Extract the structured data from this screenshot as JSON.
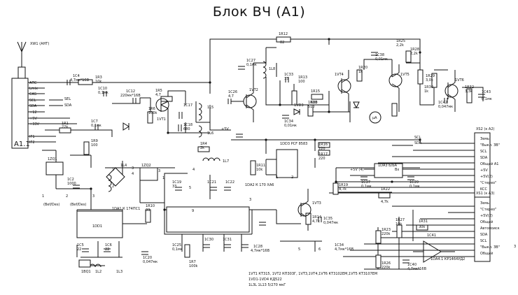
{
  "title": "Блок ВЧ (А1)",
  "tuner": {
    "label": "А1.1",
    "antenna": "XW1 (АНТ)",
    "pins": [
      "АПС",
      "Lmix",
      "CAS",
      "SCL",
      "SDA",
      "+12",
      "+5V",
      "+33V",
      "IF1",
      "IF2"
    ]
  },
  "labels": [
    {
      "id": "c4",
      "text": "1C4"
    },
    {
      "id": "c4v",
      "text": "4,7мк*16В"
    },
    {
      "id": "r3",
      "text": "1R3"
    },
    {
      "id": "r3v",
      "text": "10k"
    },
    {
      "id": "r1",
      "text": "1R1"
    },
    {
      "id": "r1v",
      "text": "22k"
    },
    {
      "id": "c7",
      "text": "1C7"
    },
    {
      "id": "c7v",
      "text": "0,1мк"
    },
    {
      "id": "c10",
      "text": "1C10"
    },
    {
      "id": "c10v",
      "text": "0,1мк"
    },
    {
      "id": "c12",
      "text": "1C12"
    },
    {
      "id": "c12v",
      "text": "220мк*16В"
    },
    {
      "id": "r5",
      "text": "1R5"
    },
    {
      "id": "r5v",
      "text": "4,7"
    },
    {
      "id": "r6",
      "text": "1R6"
    },
    {
      "id": "r6v",
      "text": "100k"
    },
    {
      "id": "vt1",
      "text": "1VT1"
    },
    {
      "id": "l5",
      "text": "1L5"
    },
    {
      "id": "l6",
      "text": "1L6"
    },
    {
      "id": "c17",
      "text": "1C17"
    },
    {
      "id": "c18",
      "text": "1C18"
    },
    {
      "id": "c18v",
      "text": "680"
    },
    {
      "id": "c26",
      "text": "1C26"
    },
    {
      "id": "c26v",
      "text": "4,7"
    },
    {
      "id": "vt2",
      "text": "1VT2"
    },
    {
      "id": "c27",
      "text": "1C27"
    },
    {
      "id": "c27v",
      "text": "0,1мк"
    },
    {
      "id": "r12",
      "text": "1R12"
    },
    {
      "id": "r12v",
      "text": "82"
    },
    {
      "id": "l8",
      "text": "1L8"
    },
    {
      "id": "c33",
      "text": "1C33"
    },
    {
      "id": "c33v",
      "text": "15"
    },
    {
      "id": "r13",
      "text": "1R13"
    },
    {
      "id": "r13v",
      "text": "100"
    },
    {
      "id": "c34",
      "text": "1C34"
    },
    {
      "id": "c34v",
      "text": "0,01мк"
    },
    {
      "id": "r15",
      "text": "1R15"
    },
    {
      "id": "r15v",
      "text": "680"
    },
    {
      "id": "vd3",
      "text": "1VD3"
    },
    {
      "id": "r18",
      "text": "1R18"
    },
    {
      "id": "r18v",
      "text": "510"
    },
    {
      "id": "vt4",
      "text": "1VT4"
    },
    {
      "id": "vt5",
      "text": "1VT5"
    },
    {
      "id": "vt6",
      "text": "1VT6"
    },
    {
      "id": "r20",
      "text": "1R20"
    },
    {
      "id": "r20v",
      "text": "1k"
    },
    {
      "id": "r25",
      "text": "1R25"
    },
    {
      "id": "r25v",
      "text": "2,2k"
    },
    {
      "id": "r28",
      "text": "1R28"
    },
    {
      "id": "r28v",
      "text": "2,2k"
    },
    {
      "id": "r29",
      "text": "1R29"
    },
    {
      "id": "r29v",
      "text": "3,0k"
    },
    {
      "id": "r30",
      "text": "1R30"
    },
    {
      "id": "r30v",
      "text": "1k"
    },
    {
      "id": "c42",
      "text": "1C42"
    },
    {
      "id": "c42v",
      "text": "0,047мк"
    },
    {
      "id": "r32",
      "text": "1R32"
    },
    {
      "id": "r32v",
      "text": "3,3k"
    },
    {
      "id": "c43",
      "text": "1C43"
    },
    {
      "id": "c43v",
      "text": "0,1мк"
    },
    {
      "id": "c38",
      "text": "1C38"
    },
    {
      "id": "c38v",
      "text": "0,01мк"
    },
    {
      "id": "pa1",
      "text": "µA"
    },
    {
      "id": "r16",
      "text": "1R16"
    },
    {
      "id": "r16v",
      "text": "220"
    },
    {
      "id": "r17",
      "text": "1R17"
    },
    {
      "id": "r17v",
      "text": "220"
    },
    {
      "id": "r11",
      "text": "1R11"
    },
    {
      "id": "r11v",
      "text": "10k"
    },
    {
      "id": "dd3",
      "text": "1DD3 PCF 8583"
    },
    {
      "id": "da2",
      "text": "1DA2 К 170 ХА6"
    },
    {
      "id": "vt3",
      "text": "1VT3"
    },
    {
      "id": "r14",
      "text": "1R14"
    },
    {
      "id": "r14v",
      "text": "4,7k"
    },
    {
      "id": "c35",
      "text": "1C35"
    },
    {
      "id": "c35v",
      "text": "0,047мк"
    },
    {
      "id": "r19",
      "text": "1R19"
    },
    {
      "id": "r19v",
      "text": "4,7k"
    },
    {
      "id": "r22",
      "text": "1R22"
    },
    {
      "id": "r22v",
      "text": "4,7k"
    },
    {
      "id": "da3",
      "text": "1DA3 Б/БА"
    },
    {
      "id": "c37",
      "text": "1C37"
    },
    {
      "id": "c37v",
      "text": "0,1мк"
    },
    {
      "id": "c39",
      "text": "1C39"
    },
    {
      "id": "c39v",
      "text": "0,1мк"
    },
    {
      "id": "plus5",
      "text": "+5V (4)"
    },
    {
      "id": "vx",
      "text": "Вх"
    },
    {
      "id": "zq1",
      "text": "1ZQ1"
    },
    {
      "id": "c2",
      "text": "1C2"
    },
    {
      "id": "c2v",
      "text": "1000"
    },
    {
      "id": "r9",
      "text": "1R9"
    },
    {
      "id": "r9v",
      "text": "100"
    },
    {
      "id": "zq2",
      "text": "1ZQ2"
    },
    {
      "id": "l4",
      "text": "1L4"
    },
    {
      "id": "da1",
      "text": "1DA1 К 174ПС1"
    },
    {
      "id": "r4",
      "text": "1R4"
    },
    {
      "id": "r4v",
      "text": "2k"
    },
    {
      "id": "l7",
      "text": "1L7"
    },
    {
      "id": "c19",
      "text": "1C19"
    },
    {
      "id": "c19v",
      "text": "33"
    },
    {
      "id": "c21",
      "text": "1C21"
    },
    {
      "id": "c22",
      "text": "1C22"
    },
    {
      "id": "r10",
      "text": "1R10"
    },
    {
      "id": "r10v",
      "text": "33"
    },
    {
      "id": "c20",
      "text": "1C20"
    },
    {
      "id": "c20v",
      "text": "0,047мк"
    },
    {
      "id": "c25",
      "text": "1C25"
    },
    {
      "id": "c25v",
      "text": "0,1мк"
    },
    {
      "id": "r7",
      "text": "1R7"
    },
    {
      "id": "r7v",
      "text": "100k"
    },
    {
      "id": "c28",
      "text": "1C28"
    },
    {
      "id": "c28v",
      "text": "4,7мк*16В"
    },
    {
      "id": "c30",
      "text": "1C30"
    },
    {
      "id": "c31",
      "text": "1C31"
    },
    {
      "id": "dd1",
      "text": "1DD1"
    },
    {
      "id": "c5",
      "text": "1C5"
    },
    {
      "id": "c5v",
      "text": "22"
    },
    {
      "id": "c6",
      "text": "1C6"
    },
    {
      "id": "c6v",
      "text": "22"
    },
    {
      "id": "bq1",
      "text": "1BQ1"
    },
    {
      "id": "l2",
      "text": "1L2"
    },
    {
      "id": "l3",
      "text": "1L3"
    },
    {
      "id": "r23",
      "text": "1R23"
    },
    {
      "id": "r23v",
      "text": "220k"
    },
    {
      "id": "r27",
      "text": "1R27"
    },
    {
      "id": "r27v",
      "text": "10k"
    },
    {
      "id": "r26",
      "text": "1R26"
    },
    {
      "id": "r26v",
      "text": "220k"
    },
    {
      "id": "c40",
      "text": "1C40"
    },
    {
      "id": "c40v",
      "text": "4,7мк*16В"
    },
    {
      "id": "r31",
      "text": "1R31"
    },
    {
      "id": "r31v",
      "text": "30k"
    },
    {
      "id": "c41",
      "text": "1C41"
    },
    {
      "id": "da4",
      "text": "1DA4.1 КР1464УД2"
    },
    {
      "id": "c34b",
      "text": "1C34"
    },
    {
      "id": "c34bv",
      "text": "4,7мк*16В"
    },
    {
      "id": "sel",
      "text": "SEL"
    },
    {
      "id": "sda1",
      "text": "SDA"
    },
    {
      "id": "scl2",
      "text": "SCL"
    },
    {
      "id": "sda2",
      "text": "SDA"
    },
    {
      "id": "plus5b",
      "text": "+5V"
    },
    {
      "id": "bcg1",
      "text": "(Bef/Des)"
    },
    {
      "id": "bcg2",
      "text": "(Bef/Des)"
    },
    {
      "id": "n5",
      "text": "5"
    },
    {
      "id": "n6",
      "text": "6"
    },
    {
      "id": "n4",
      "text": "4"
    },
    {
      "id": "n3",
      "text": "3"
    },
    {
      "id": "n1",
      "text": "1"
    },
    {
      "id": "n2",
      "text": "2"
    },
    {
      "id": "n3b",
      "text": "3"
    },
    {
      "id": "n1b",
      "text": "1"
    },
    {
      "id": "n9",
      "text": "9"
    },
    {
      "id": "n4b",
      "text": "4"
    },
    {
      "id": "n5b",
      "text": "5"
    },
    {
      "id": "n3c",
      "text": "3"
    },
    {
      "id": "n1c",
      "text": "1"
    },
    {
      "id": "n2c",
      "text": "2"
    },
    {
      "id": "nr1",
      "text": "3"
    },
    {
      "id": "j1",
      "text": "1"
    },
    {
      "id": "j2",
      "text": "2"
    },
    {
      "id": "j3",
      "text": "3"
    }
  ],
  "footnotes": [
    "1VT1 КТ315, 1VT2 КП303Г, 1VT3,1VT4,1VT6 КТ3102ЕМ,1VT5 КТ3107ЕМ",
    "1VD1-1VD4 КД522",
    "1L3L 1L13 5/270 мкГ"
  ],
  "connectors": [
    {
      "title": "XS2 (к А2)",
      "pins": [
        "Земь",
        "\"Выкл. ЗВ\"",
        "SCL",
        "SDA",
        "Общий А1",
        "+5V",
        "+5V(2)",
        "\"Стерео\"",
        "KCC"
      ]
    },
    {
      "title": "XS1 (к А3)",
      "pins": [
        "Земь",
        "\"Стерео\"",
        "+5V(2)",
        "Общий",
        "Автопоиск",
        "SDA",
        "SCL",
        "\"Выкл. ЗВ\"",
        "Общий"
      ]
    }
  ]
}
